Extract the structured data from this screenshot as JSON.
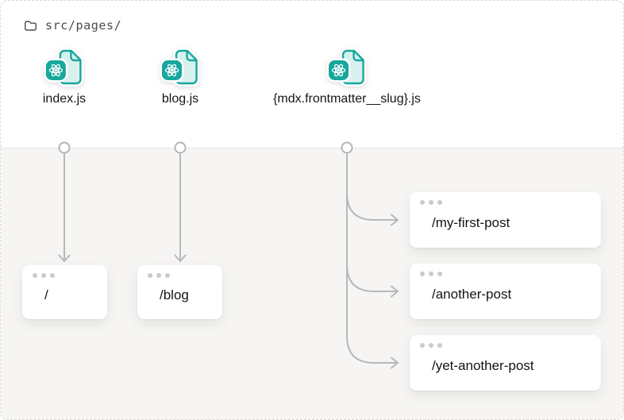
{
  "colors": {
    "accent_teal": "#17A79D",
    "file_fill_mint": "#D9F1EE",
    "connector_gray": "#B8B8B8",
    "bottom_background": "#F6F5F3",
    "card_background": "#FFFFFF",
    "text_dark": "#161616",
    "path_text_gray": "#4C4C4C"
  },
  "header": {
    "folder_icon": "folder-outline-icon",
    "path_label": "src/pages/"
  },
  "files": [
    {
      "label": "index.js",
      "icon": "react-file-icon"
    },
    {
      "label": "blog.js",
      "icon": "react-file-icon"
    },
    {
      "label": "{mdx.frontmatter__slug}.js",
      "icon": "react-file-icon"
    }
  ],
  "routes": [
    {
      "path": "/",
      "mapped_from": "index.js"
    },
    {
      "path": "/blog",
      "mapped_from": "blog.js"
    },
    {
      "path": "/my-first-post",
      "mapped_from": "{mdx.frontmatter__slug}.js"
    },
    {
      "path": "/another-post",
      "mapped_from": "{mdx.frontmatter__slug}.js"
    },
    {
      "path": "/yet-another-post",
      "mapped_from": "{mdx.frontmatter__slug}.js"
    }
  ]
}
